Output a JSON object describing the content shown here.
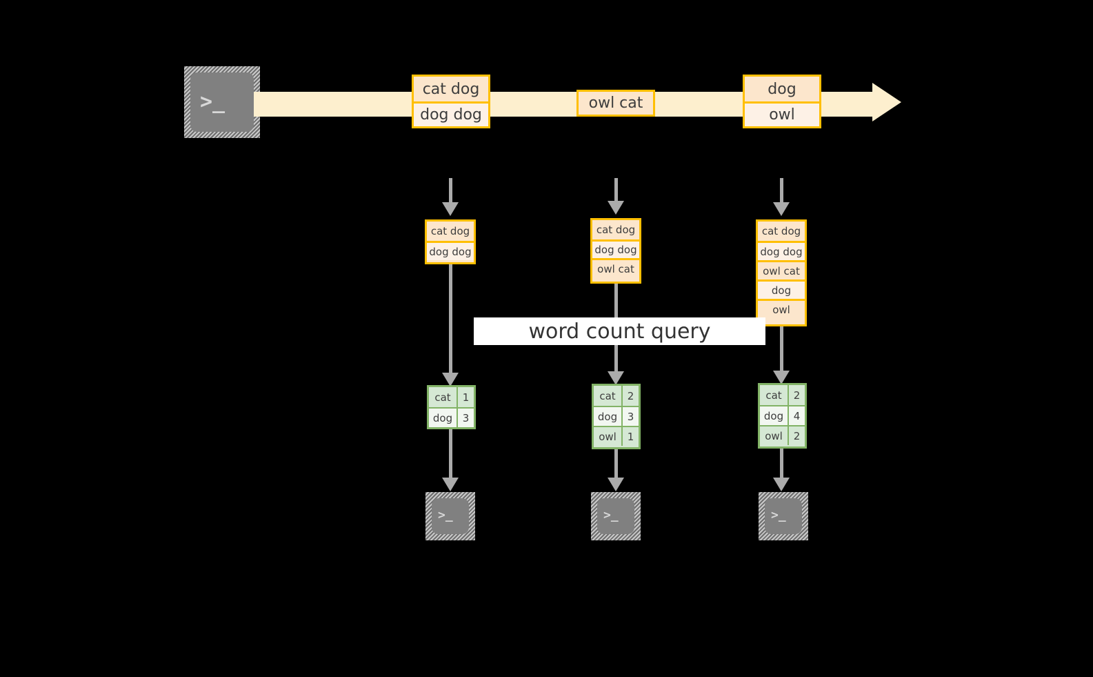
{
  "diagram": {
    "title_banner": "word count query",
    "colors": {
      "stream_ribbon": "#FDEFCE",
      "record_border": "#FFBF00",
      "record_fill_dark": "#FCE6CC",
      "record_fill_light": "#FDF1E6",
      "table_border": "#82B366",
      "table_fill_dark": "#D5E8D4",
      "table_fill_light": "#F2F7F1",
      "connector": "#ABABAB",
      "terminal_body": "#808080",
      "banner_bg": "#FFFFFF",
      "background": "#000000"
    }
  },
  "stream": {
    "source_icon": "terminal-icon",
    "source_glyph": ">_",
    "events": [
      {
        "name": "event-group-1",
        "lines": [
          "cat dog",
          "dog dog"
        ]
      },
      {
        "name": "event-group-2",
        "lines": [
          "owl cat"
        ]
      },
      {
        "name": "event-group-3",
        "lines": [
          "dog",
          "owl"
        ]
      }
    ]
  },
  "snapshots": [
    {
      "name": "snapshot-1",
      "input_lines": [
        "cat dog",
        "dog dog"
      ],
      "results": [
        {
          "word": "cat",
          "count": "1"
        },
        {
          "word": "dog",
          "count": "3"
        }
      ],
      "sink_icon": "terminal-icon",
      "sink_glyph": ">_"
    },
    {
      "name": "snapshot-2",
      "input_lines": [
        "cat dog",
        "dog dog",
        "owl cat"
      ],
      "results": [
        {
          "word": "cat",
          "count": "2"
        },
        {
          "word": "dog",
          "count": "3"
        },
        {
          "word": "owl",
          "count": "1"
        }
      ],
      "sink_icon": "terminal-icon",
      "sink_glyph": ">_"
    },
    {
      "name": "snapshot-3",
      "input_lines": [
        "cat dog",
        "dog dog",
        "owl cat",
        "dog",
        "owl"
      ],
      "results": [
        {
          "word": "cat",
          "count": "2"
        },
        {
          "word": "dog",
          "count": "4"
        },
        {
          "word": "owl",
          "count": "2"
        }
      ],
      "sink_icon": "terminal-icon",
      "sink_glyph": ">_"
    }
  ]
}
